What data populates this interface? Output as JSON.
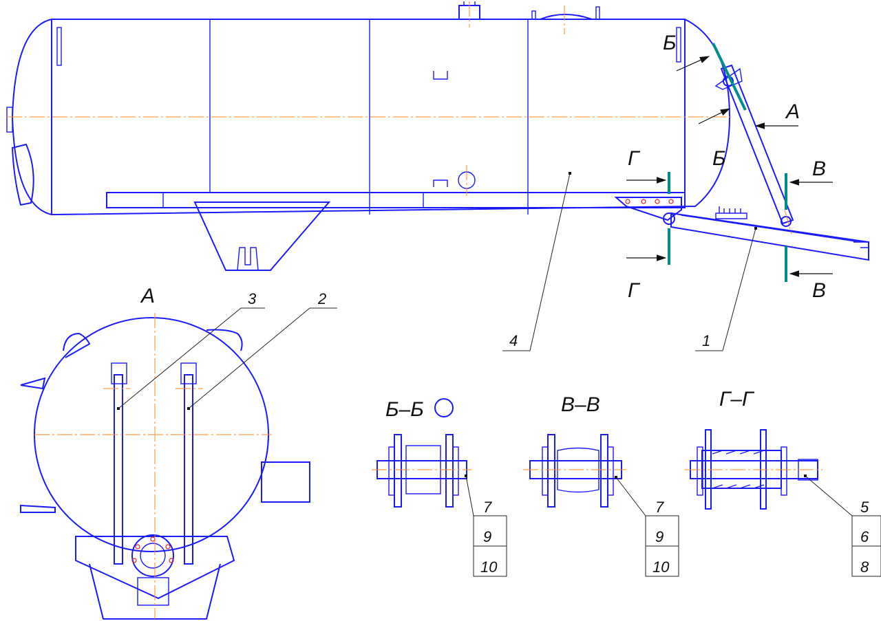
{
  "view_labels": {
    "A": "А",
    "section_bb": "Б–Б",
    "section_vv": "В–В",
    "section_gg": "Г–Г"
  },
  "cut_letters": {
    "b_top": "Б",
    "b_mid": "Б",
    "a_arrow": "А",
    "v_top": "В",
    "v_bottom": "В",
    "g_top": "Г",
    "g_bottom": "Г"
  },
  "position_numbers": {
    "p1": "1",
    "p2": "2",
    "p3": "3",
    "p4": "4"
  },
  "callout_tables": {
    "bb": [
      "7",
      "9",
      "10"
    ],
    "vv": [
      "7",
      "9",
      "10"
    ],
    "gg": [
      "5",
      "6",
      "8"
    ]
  },
  "colors": {
    "outline": "#1a1aff",
    "axis": "#ff8a1c",
    "cut_plane": "#008c8c"
  }
}
